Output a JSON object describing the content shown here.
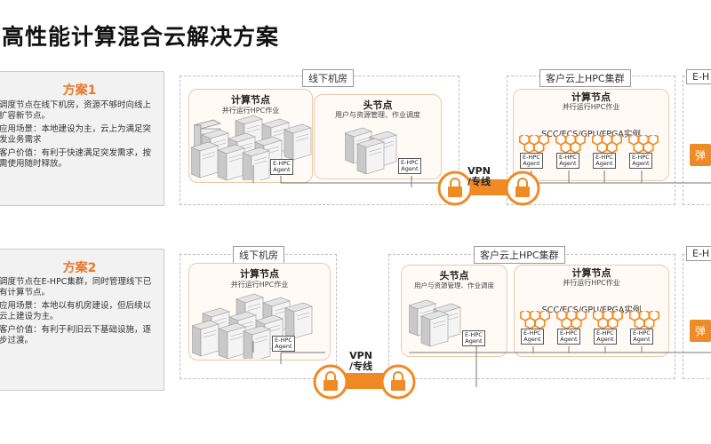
{
  "title": "高性能计算混合云解决方案",
  "solutions": [
    {
      "heading": "方案1",
      "lines": [
        "调度节点在线下机房，资源不够时向线上扩容新节点。",
        "应用场景：本地建设为主，云上为满足突发业务需求",
        "客户价值：有利于快速满足突发需求，按需使用随时释放。"
      ],
      "regions": {
        "offline": "线下机房",
        "cloud": "客户云上HPC集群",
        "ehpc": "E-H"
      },
      "compute": {
        "title": "计算节点",
        "sub": "并行运行HPC作业"
      },
      "head": {
        "title": "头节点",
        "sub": "用户与资源管理、作业调度"
      },
      "cloud_compute": {
        "title": "计算节点",
        "sub": "并行运行HPC作业",
        "instances": "SCC/ECS/GPU/FPGA实例"
      },
      "agent": [
        "E-HPC",
        "Agent"
      ],
      "vpn": [
        "VPN",
        "/专线"
      ],
      "orange": "弹"
    },
    {
      "heading": "方案2",
      "lines": [
        "调度节点在E-HPC集群，同时管理线下已有计算节点。",
        "应用场景：本地以有机房建设，但后续以云上建设为主。",
        "客户价值：有利于利旧云下基础设施，逐步过渡。"
      ],
      "regions": {
        "offline": "线下机房",
        "cloud": "客户云上HPC集群",
        "ehpc": "E-H"
      },
      "compute": {
        "title": "计算节点",
        "sub": "并行运行HPC作业"
      },
      "head": {
        "title": "头节点",
        "sub": "用户与资源管理、作业调度"
      },
      "cloud_compute": {
        "title": "计算节点",
        "sub": "并行运行HPC作业",
        "instances": "SCC/ECS/GPU/FPGA实例"
      },
      "agent": [
        "E-HPC",
        "Agent"
      ],
      "vpn": [
        "VPN",
        "/专线"
      ],
      "orange": "弹"
    }
  ],
  "colors": {
    "accent": "#e8772a",
    "lock": "#f08a24"
  }
}
